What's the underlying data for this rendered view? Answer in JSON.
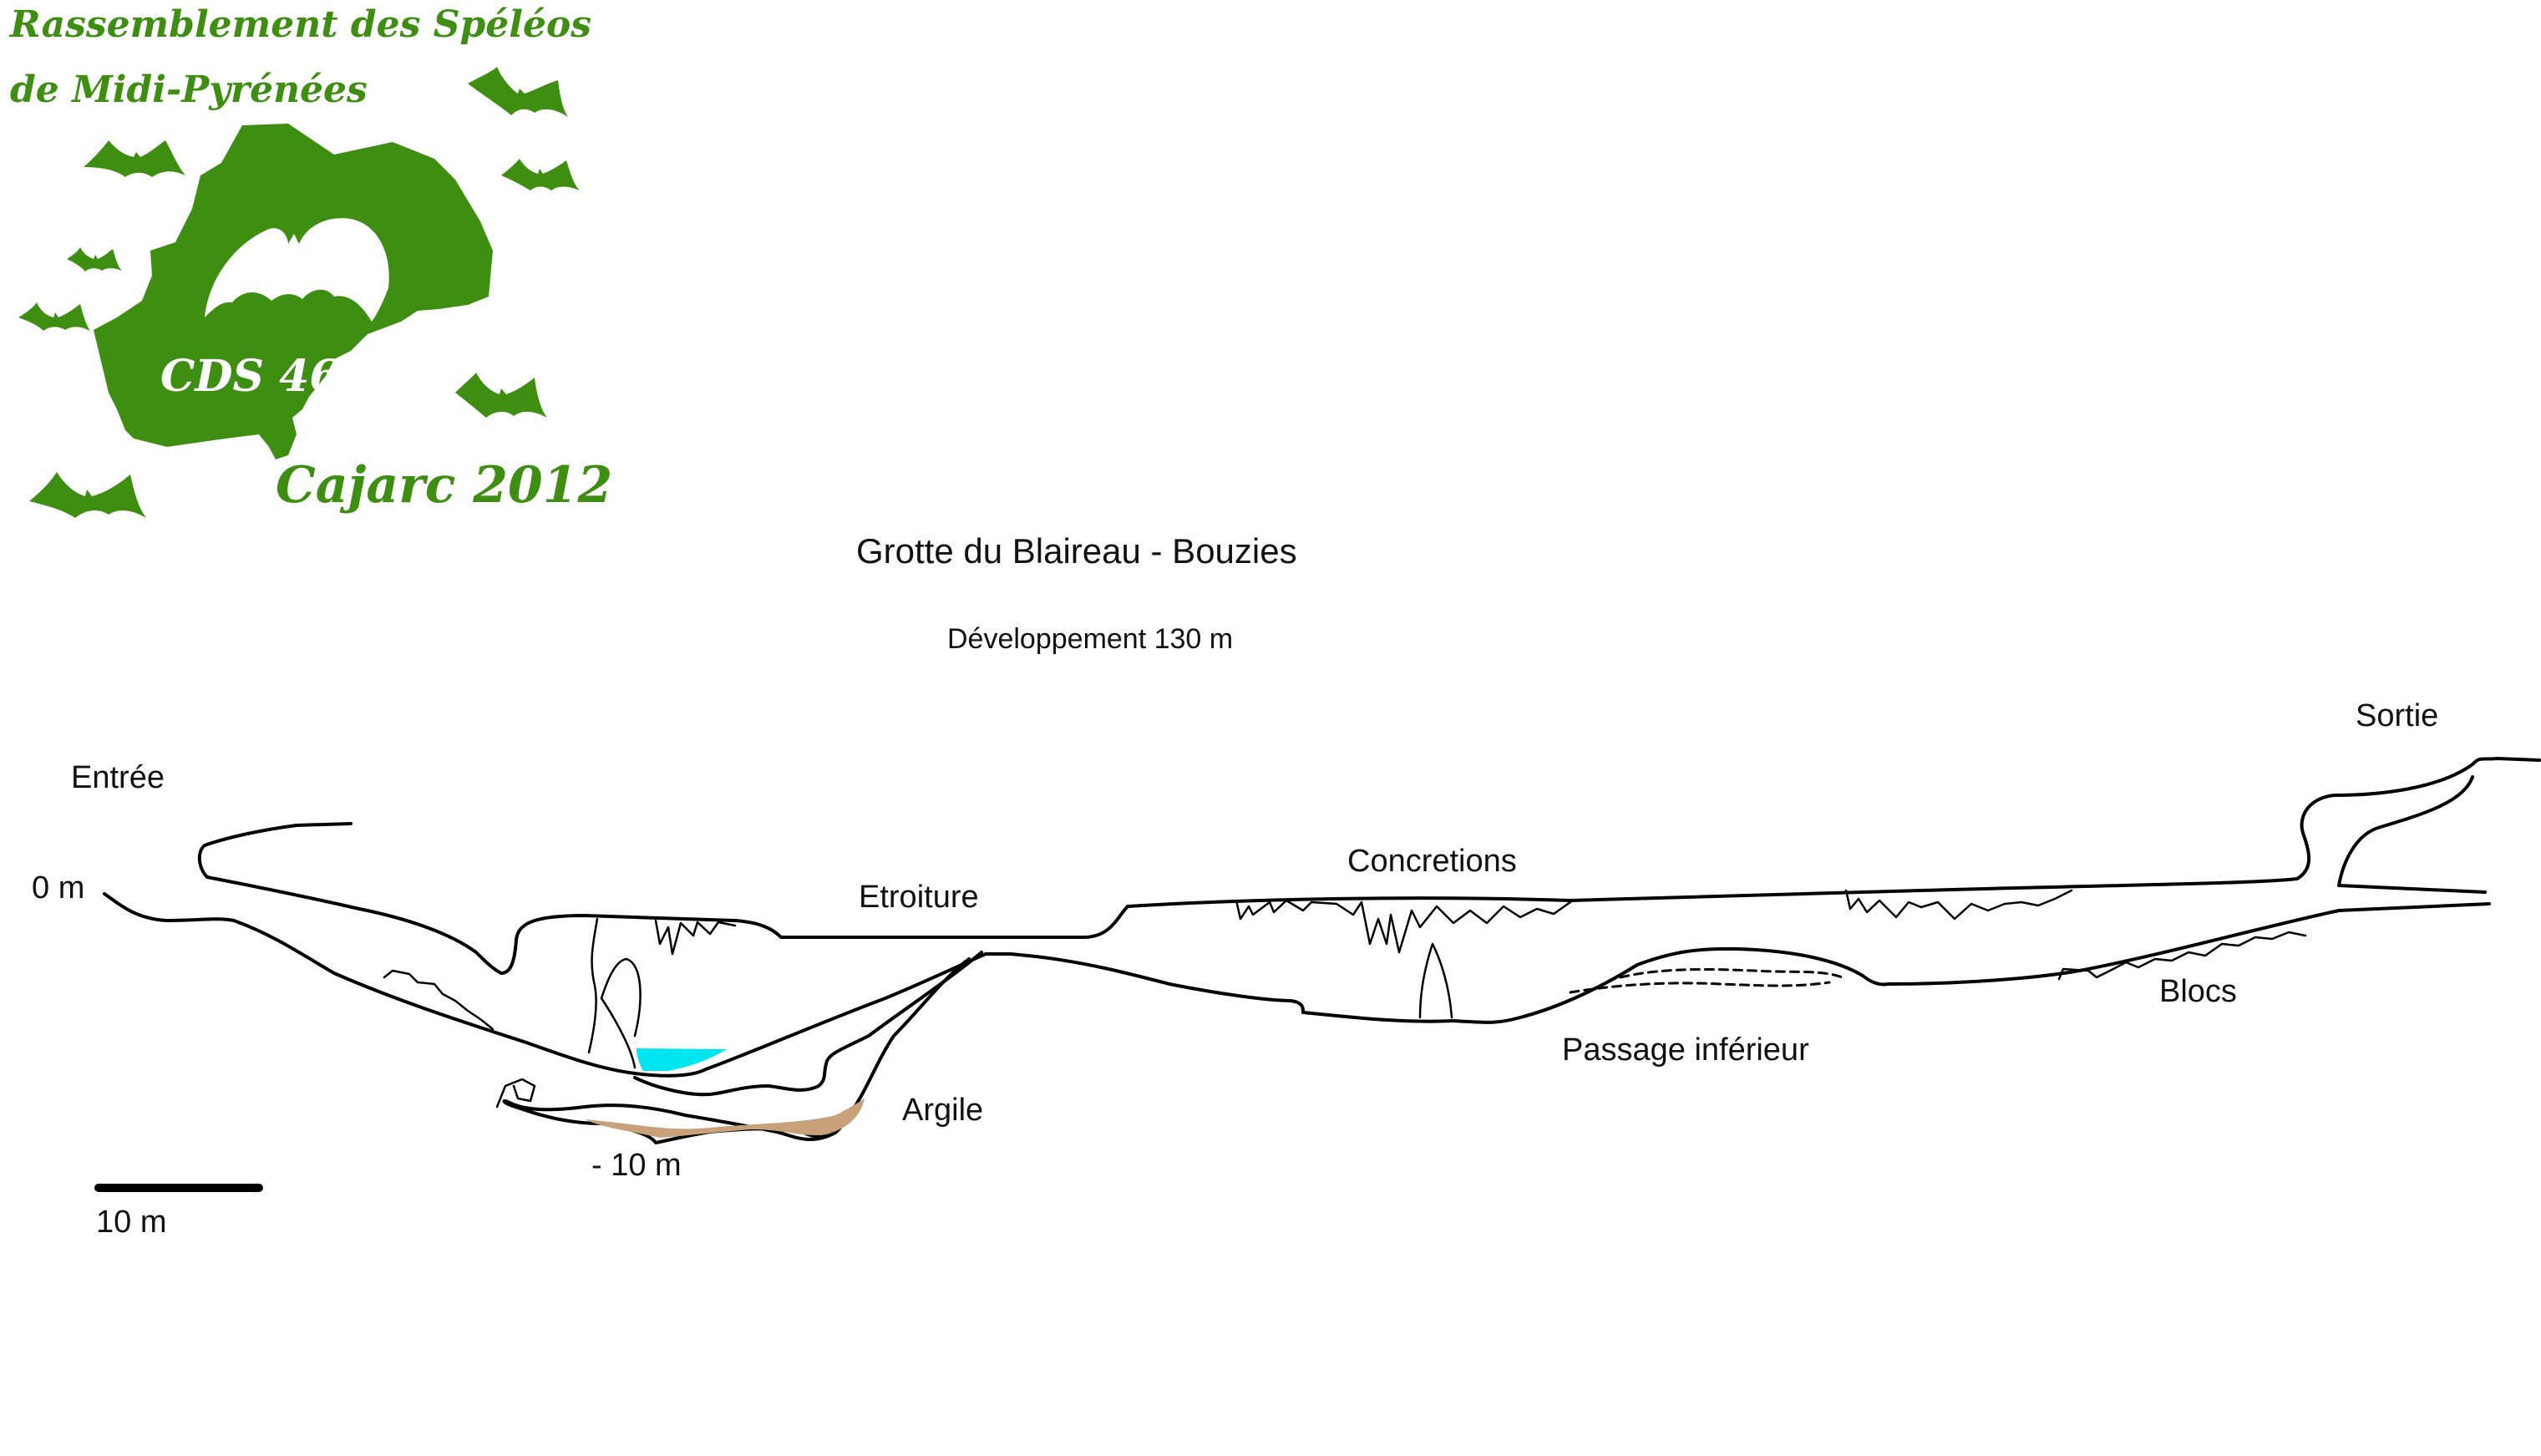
{
  "logo": {
    "line1": "Rassemblement des Spéléos",
    "line2": "de Midi-Pyrénées",
    "badge": "CDS 46",
    "event": "Cajarc 2012",
    "color": "#3e8e12"
  },
  "survey": {
    "title": "Grotte du Blaireau - Bouzies",
    "subtitle": "Développement 130 m",
    "labels": {
      "entree": "Entrée",
      "zero": "0 m",
      "etroiture": "Etroiture",
      "concretions": "Concretions",
      "sortie": "Sortie",
      "blocs": "Blocs",
      "passage": "Passage inférieur",
      "argile": "Argile",
      "minus10": "- 10 m"
    },
    "scale_label": "10 m",
    "colors": {
      "water": "#00e5f0",
      "clay": "#c8a07a",
      "line": "#000000"
    }
  }
}
